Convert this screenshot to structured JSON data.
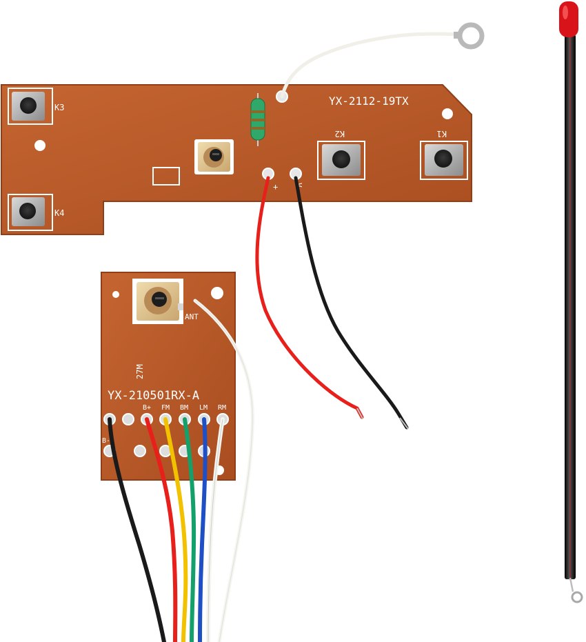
{
  "transmitter": {
    "model": "YX-2112-19TX",
    "buttons": [
      {
        "label": "K1"
      },
      {
        "label": "K2"
      },
      {
        "label": "K3"
      },
      {
        "label": "K4"
      }
    ],
    "power_marks": {
      "plus": "+",
      "minus": "V-"
    }
  },
  "receiver": {
    "model": "YX-210501RX-A",
    "frequency": "27M",
    "antenna_mark": "ANT",
    "pins": [
      {
        "label": ""
      },
      {
        "label": ""
      },
      {
        "label": "B+"
      },
      {
        "label": "FM"
      },
      {
        "label": "BM"
      },
      {
        "label": "LM"
      },
      {
        "label": "RM"
      }
    ],
    "lower_pin_mark": "B-"
  },
  "colors": {
    "pcb": "#b85a2a",
    "pcb_edge": "#8e3f18",
    "wire_red": "#e8201c",
    "wire_black": "#1a1a1a",
    "wire_yellow": "#f2c200",
    "wire_green": "#14a06a",
    "wire_blue": "#1f4fc4",
    "wire_white": "#f4f4f0",
    "antenna_cap": "#d8141a"
  },
  "icons": {
    "potentiometer": "potentiometer-icon",
    "tact_switch": "tact-switch-icon",
    "inductor": "inductor-icon",
    "ring_terminal": "ring-terminal-icon"
  }
}
